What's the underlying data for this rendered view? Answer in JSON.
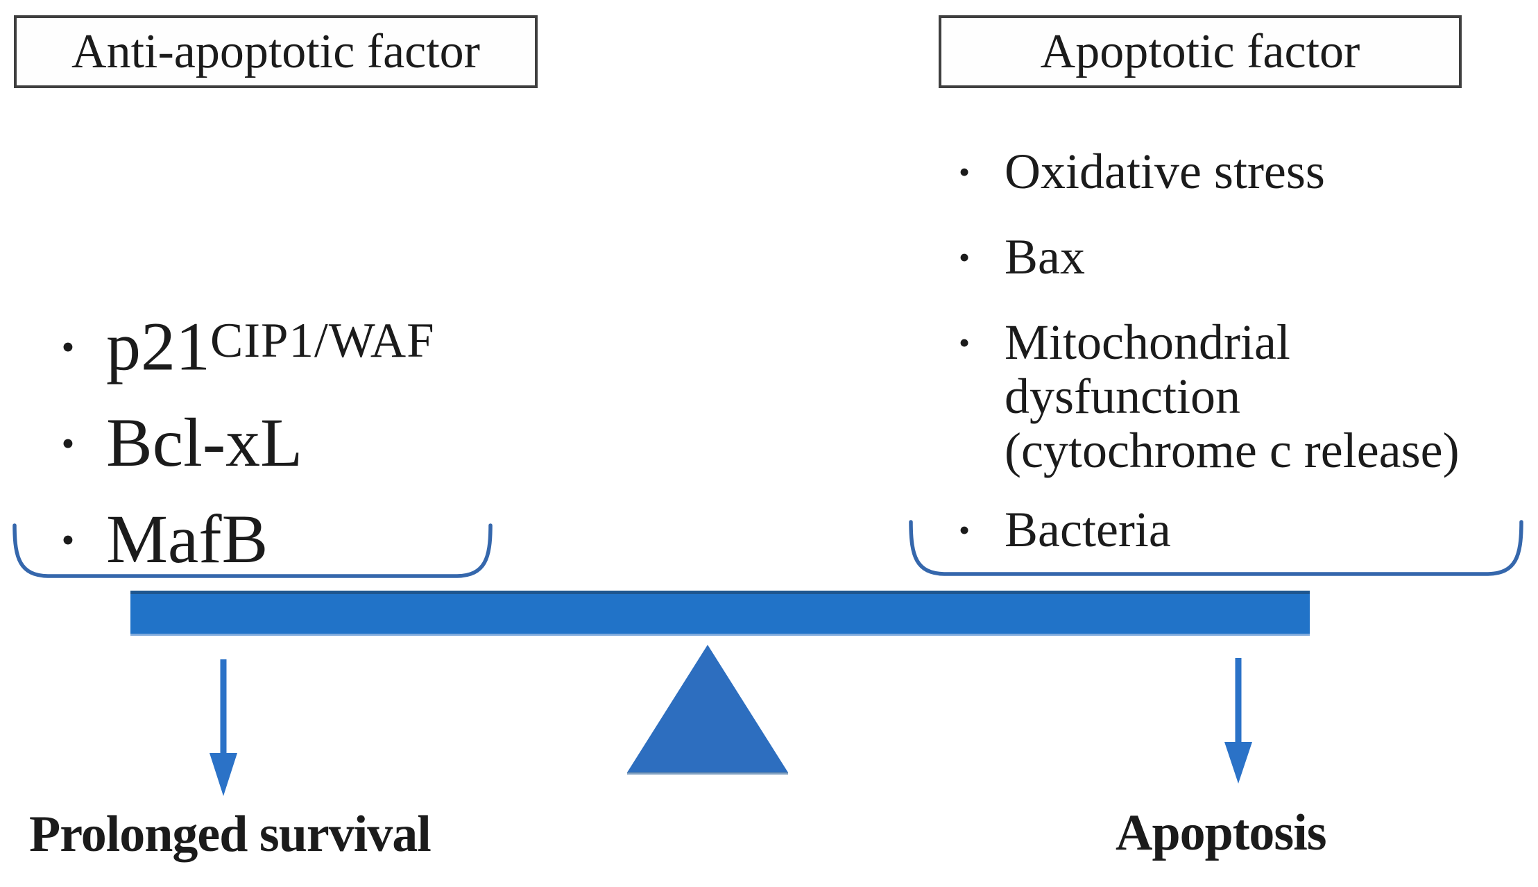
{
  "header": {
    "left_box_label": "Anti-apoptotic factor",
    "right_box_label": "Apoptotic factor"
  },
  "left_panel": {
    "items": [
      {
        "text": "p21",
        "sup": "CIP1/WAF"
      },
      {
        "text": "Bcl-xL"
      },
      {
        "text": "MafB"
      }
    ],
    "outcome_label": "Prolonged survival"
  },
  "right_panel": {
    "items": [
      {
        "lines": [
          "Oxidative stress"
        ]
      },
      {
        "lines": [
          "Bax"
        ]
      },
      {
        "lines": [
          "Mitochondrial",
          "dysfunction",
          "(cytochrome c release)"
        ]
      },
      {
        "lines": [
          "Bacteria"
        ]
      }
    ],
    "outcome_label": "Apoptosis"
  },
  "balance": {
    "bullet_glyph": "•"
  },
  "colors": {
    "beam_blue": "#2173c8",
    "beam_edge_dark": "#1e568f",
    "beam_edge_light": "#82abdc",
    "shape_blue": "#2d6ebf",
    "arrow_blue": "#2b72c7",
    "bracket_blue": "#3567ac",
    "box_border_gray": "#3f3f3f",
    "text_black": "#1b1b1b"
  }
}
